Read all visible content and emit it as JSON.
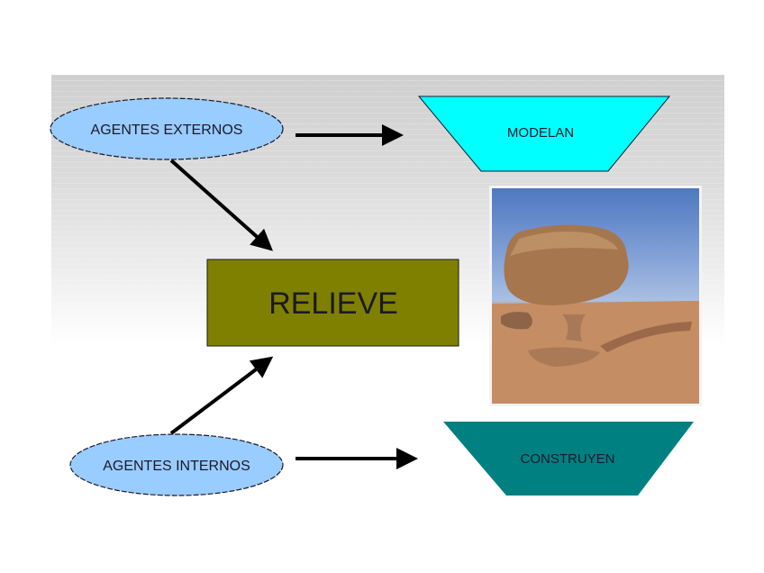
{
  "diagram": {
    "nodes": {
      "agentes_externos": {
        "label": "AGENTES EXTERNOS",
        "shape": "ellipse",
        "fill": "#99ccff"
      },
      "agentes_internos": {
        "label": "AGENTES INTERNOS",
        "shape": "ellipse",
        "fill": "#99ccff"
      },
      "relieve": {
        "label": "RELIEVE",
        "shape": "rectangle",
        "fill": "#808000"
      },
      "modelan": {
        "label": "MODELAN",
        "shape": "trapezoid",
        "fill": "#00ffff"
      },
      "construyen": {
        "label": "CONSTRUYEN",
        "shape": "trapezoid",
        "fill": "#008080"
      }
    },
    "edges": [
      {
        "from": "agentes_externos",
        "to": "modelan"
      },
      {
        "from": "agentes_externos",
        "to": "relieve"
      },
      {
        "from": "agentes_internos",
        "to": "relieve"
      },
      {
        "from": "agentes_internos",
        "to": "construyen"
      }
    ],
    "image": {
      "description": "mushroom rock formation in desert"
    }
  }
}
